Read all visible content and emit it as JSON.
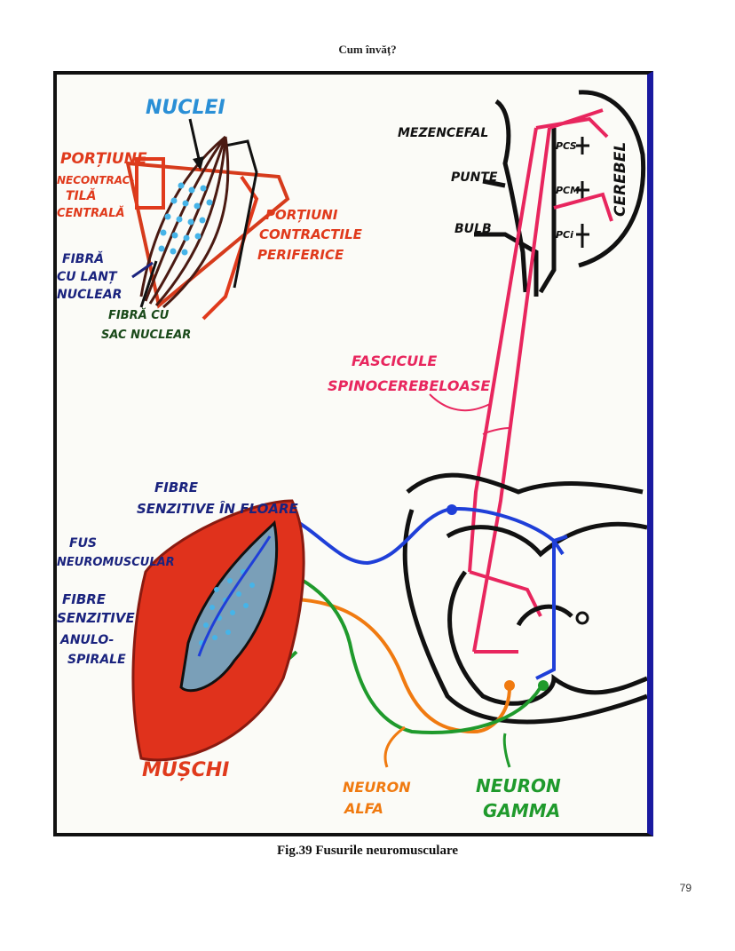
{
  "page": {
    "running_header": "Cum învăț?",
    "caption": "Fig.39 Fusurile neuromusculare",
    "page_number": "79"
  },
  "figure": {
    "labels": {
      "nuclei": "NUCLEI",
      "portiune_line1": "PORȚIUNE",
      "portiune_line2": "NECONTRAC-",
      "portiune_line3": "TILĂ",
      "portiune_line4": "CENTRALĂ",
      "portiuni_line1": "PORȚIUNI",
      "portiuni_line2": "CONTRACTILE",
      "portiuni_line3": "PERIFERICE",
      "fibra_lant_line1": "FIBRĂ",
      "fibra_lant_line2": "CU LANȚ",
      "fibra_lant_line3": "NUCLEAR",
      "fibra_sac_line1": "FIBRĂ CU",
      "fibra_sac_line2": "SAC NUCLEAR",
      "mezencefal": "MEZENCEFAL",
      "punte": "PUNTE",
      "bulb": "BULB",
      "cerebel": "CEREBEL",
      "pcs": "PCS",
      "pcm": "PCM",
      "pci": "PCi",
      "fascicule_line1": "FASCICULE",
      "fascicule_line2": "SPINOCEREBELOASE",
      "fibre_floare_line1": "FIBRE",
      "fibre_floare_line2": "SENZITIVE ÎN FLOARE",
      "fus_line1": "FUS",
      "fus_line2": "NEUROMUSCULAR",
      "fibre_anulo_line1": "FIBRE",
      "fibre_anulo_line2": "SENZITIVE",
      "fibre_anulo_line3": "ANULO-",
      "fibre_anulo_line4": "SPIRALE",
      "muschi": "MUȘCHI",
      "neuron_alfa_line1": "NEURON",
      "neuron_alfa_line2": "ALFA",
      "neuron_gamma_line1": "NEURON",
      "neuron_gamma_line2": "GAMMA"
    },
    "colors": {
      "blue_label": "#2a8fd6",
      "red_label": "#e03a1c",
      "navy_label": "#1a237e",
      "pink": "#e8265e",
      "blue_nerve": "#1f3fd8",
      "orange_nerve": "#f07a10",
      "green_nerve": "#1f9a2c",
      "muscle": "#e0321c",
      "nucleus_dot": "#46b4e8"
    }
  }
}
